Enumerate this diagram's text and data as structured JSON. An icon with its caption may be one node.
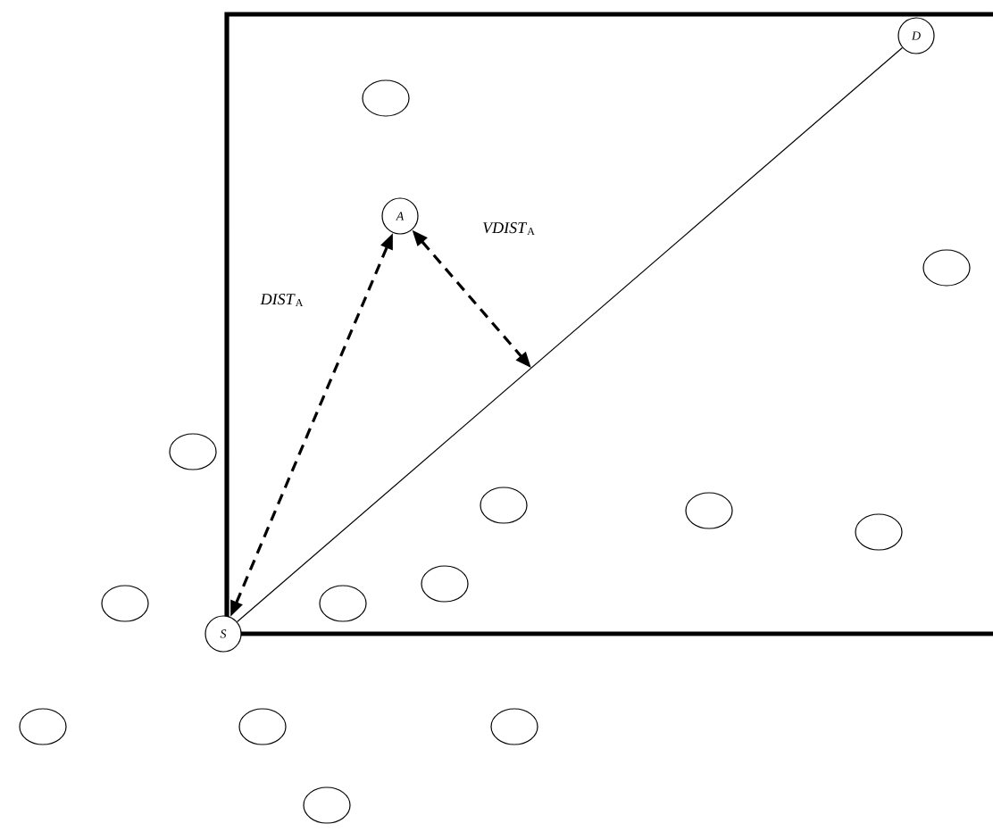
{
  "diagram": {
    "nodes": [
      {
        "text": [
          "D"
        ]
      },
      {
        "text": [],
        "shape": "circle"
      },
      {
        "text": [
          "A"
        ]
      },
      {
        "text": [],
        "shape": "circle"
      },
      {
        "text": [],
        "shape": "circle"
      },
      {
        "text": [],
        "shape": "circle"
      },
      {
        "text": [],
        "shape": "circle"
      },
      {
        "text": [],
        "shape": "circle"
      },
      {
        "text": [],
        "shape": "circle"
      },
      {
        "text": [],
        "shape": "circle"
      },
      {
        "text": [],
        "shape": "circle"
      },
      {
        "text": [
          "S"
        ]
      },
      {
        "text": [],
        "shape": "circle"
      },
      {
        "text": [],
        "shape": "circle"
      },
      {
        "text": [],
        "shape": "circle"
      },
      {
        "text": [],
        "shape": "circle"
      }
    ],
    "edges": [
      {
        "from": 11,
        "to": 0,
        "arrow": "none"
      },
      {
        "from": 11,
        "to": 2,
        "arrow": "both",
        "style": "dashed",
        "label": "*DIST*$_{A}$"
      },
      {
        "from": 2,
        "to": null,
        "arrow": "both",
        "style": "dashed",
        "label": "*VDIST*$_{A}$"
      }
    ]
  }
}
